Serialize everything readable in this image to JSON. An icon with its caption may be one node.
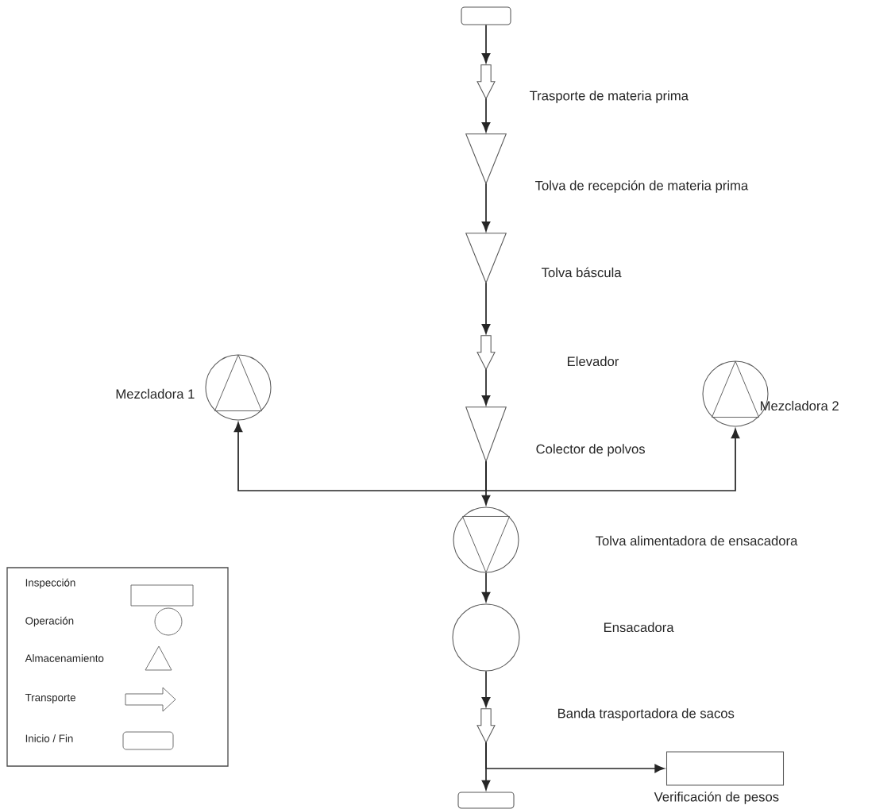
{
  "diagram": {
    "nodes": [
      {
        "text": [],
        "shape": "box"
      },
      {
        "text": [],
        "shape": "arrow",
        "beside": [
          "Trasporte de materia prima"
        ]
      },
      {
        "text": [],
        "shape": "triangle",
        "beside": [
          "Tolva de recepción de materia prima"
        ]
      },
      {
        "text": [],
        "shape": "triangle",
        "beside": [
          "Tolva báscula"
        ]
      },
      {
        "text": [],
        "shape": "arrow"
      },
      {
        "text": [],
        "shape": "triangle",
        "beside": [
          "Colector de polvos"
        ]
      },
      {
        "text": [],
        "shape": "circle",
        "beside": [
          "Mezcladora 1"
        ]
      },
      {
        "text": [],
        "shape": "circle",
        "beside": [
          "Mezcladora 2"
        ]
      },
      {
        "text": [],
        "shape": "circle"
      },
      {
        "text": [],
        "shape": "circle"
      },
      {
        "text": [],
        "shape": "arrow"
      },
      {
        "text": [],
        "shape": "box"
      },
      {
        "text": [],
        "shape": "box",
        "beside": [
          "Verificación de pesos"
        ]
      }
    ],
    "edges": [
      {
        "from": 0,
        "to": 1,
        "arrow": "to"
      },
      {
        "from": 1,
        "to": 2,
        "arrow": "to"
      },
      {
        "from": 2,
        "to": 3,
        "arrow": "to"
      },
      {
        "from": 3,
        "to": 4,
        "arrow": "to"
      },
      {
        "from": 4,
        "to": 5,
        "arrow": "to"
      },
      {
        "from": 5,
        "to": 6,
        "arrow": "to"
      },
      {
        "from": 5,
        "to": 7,
        "arrow": "to"
      },
      {
        "from": 5,
        "to": 8,
        "arrow": "to"
      },
      {
        "from": 8,
        "to": 9,
        "arrow": "to"
      },
      {
        "from": 9,
        "to": 10,
        "arrow": "to"
      },
      {
        "from": 10,
        "to": 11,
        "arrow": "to"
      },
      {
        "from": 10,
        "to": 12,
        "arrow": "to"
      }
    ],
    "labels": [
      "Elevador",
      "Tolva alimentadora de ensacadora",
      "Ensacadora",
      "Banda trasportadora de sacos"
    ],
    "legend": [
      {
        "text": "Inspección"
      },
      {
        "text": "Operación"
      },
      {
        "text": "Almacenamiento"
      },
      {
        "text": "Transporte"
      },
      {
        "text": "Inicio / Fin"
      }
    ]
  }
}
